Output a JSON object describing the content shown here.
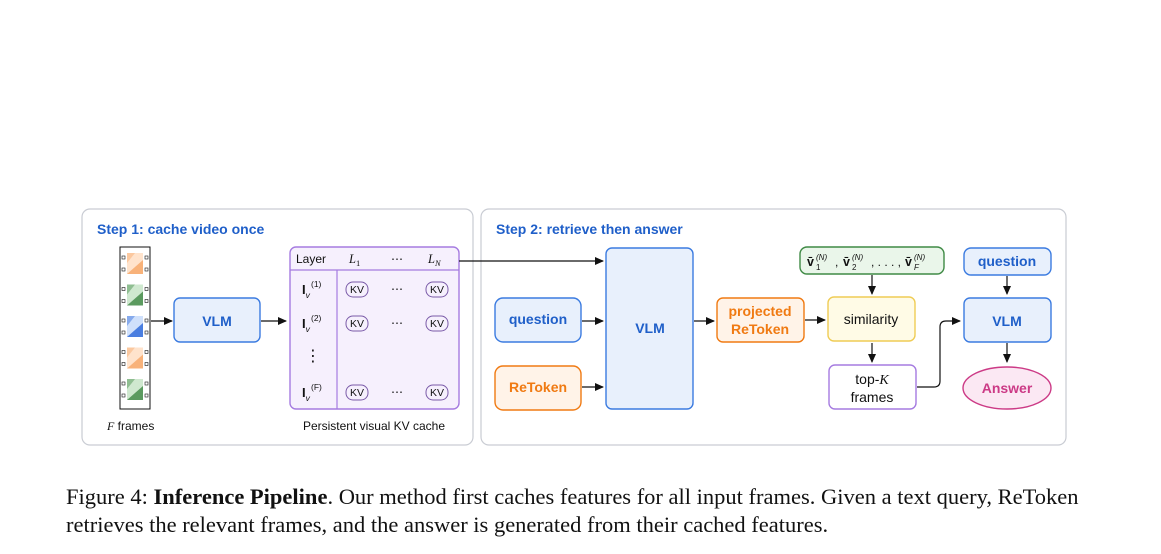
{
  "step1": {
    "title": "Step 1: cache video once",
    "frames_label_var": "F",
    "frames_label_text": " frames",
    "vlm": "VLM",
    "kv_table": {
      "header": [
        "Layer",
        "L",
        "⋯",
        "L"
      ],
      "header_subscripts": [
        "1",
        "N"
      ],
      "rows": [
        {
          "label": "I",
          "sub": "v",
          "sup": "(1)",
          "cells": [
            "KV",
            "⋯",
            "KV"
          ]
        },
        {
          "label": "I",
          "sub": "v",
          "sup": "(2)",
          "cells": [
            "KV",
            "⋯",
            "KV"
          ]
        },
        {
          "label": "⋮"
        },
        {
          "label": "I",
          "sub": "v",
          "sup": "(F)",
          "cells": [
            "KV",
            "⋯",
            "KV"
          ]
        }
      ],
      "caption": "Persistent visual KV cache"
    }
  },
  "step2": {
    "title": "Step 2: retrieve then answer",
    "question": "question",
    "retoken": "ReToken",
    "vlm": "VLM",
    "projected_line1": "projected",
    "projected_line2": "ReToken",
    "vectors": "v̄",
    "vectors_sup": "(N)",
    "similarity": "similarity",
    "topk_line1": "top-",
    "topk_var": "K",
    "topk_line2": "frames",
    "question2": "question",
    "vlm2": "VLM",
    "answer": "Answer"
  },
  "caption": {
    "prefix": "Figure 4: ",
    "bold": "Inference Pipeline",
    "text": ". Our method first caches features for all input frames. Given a text query, ReToken retrieves the relevant frames, and the answer is generated from their cached features."
  },
  "colors": {
    "blue_text": "#1f5fc9",
    "blue_fill": "#e8f0fc",
    "blue_stroke": "#3b7be0",
    "orange_text": "#f07a12",
    "orange_fill": "#fff3e8",
    "purple_stroke": "#a57be0",
    "purple_fill": "#f6f0fd",
    "green_stroke": "#3f8a45",
    "green_fill": "#eaf6ea",
    "yellow_stroke": "#efcc55",
    "yellow_fill": "#fffbe6",
    "pink_text": "#cc3a86",
    "pink_fill": "#fbe8f3"
  }
}
